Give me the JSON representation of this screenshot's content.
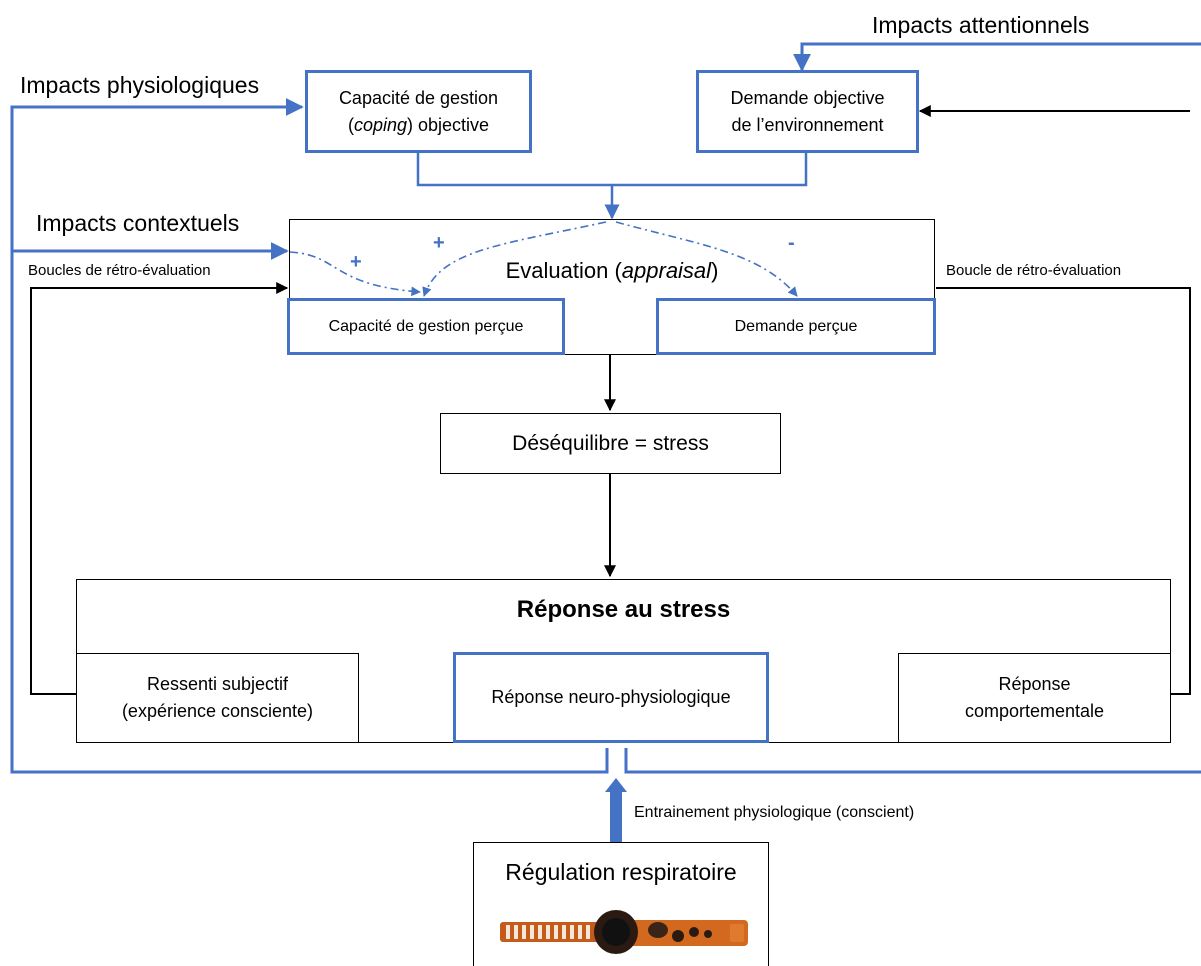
{
  "inputs": {
    "physio": "Impacts physiologiques",
    "attention": "Impacts attentionnels",
    "context": "Impacts contextuels"
  },
  "top_boxes": {
    "coping_line1": "Capacité de gestion",
    "coping_line2_paren_open": "(",
    "coping_line2_italic": "coping",
    "coping_line2_rest": ") objective",
    "demand_line1": "Demande objective",
    "demand_line2": "de l’environnement"
  },
  "evaluation": {
    "title_prefix": "Evaluation (",
    "title_italic": "appraisal",
    "title_suffix": ")",
    "perceived_coping": "Capacité de gestion perçue",
    "perceived_demand": "Demande perçue",
    "signs": {
      "plus_a": "+",
      "plus_b": "+",
      "minus": "-"
    }
  },
  "loops": {
    "left": "Boucles de rétro-évaluation",
    "right": "Boucle de rétro-évaluation"
  },
  "imbalance": "Déséquilibre = stress",
  "response": {
    "title": "Réponse au stress",
    "subjective_line1": "Ressenti subjectif",
    "subjective_line2": "(expérience consciente)",
    "neuro": "Réponse neuro-physiologique",
    "behavior_line1": "Réponse",
    "behavior_line2": "comportementale"
  },
  "training_label": "Entrainement physiologique (conscient)",
  "regulation": "Régulation respiratoire",
  "colors": {
    "accent_blue": "#4472c4",
    "black": "#000000",
    "device_orange": "#d2691e"
  },
  "icons": {
    "device": "breathing-sensor-device"
  }
}
